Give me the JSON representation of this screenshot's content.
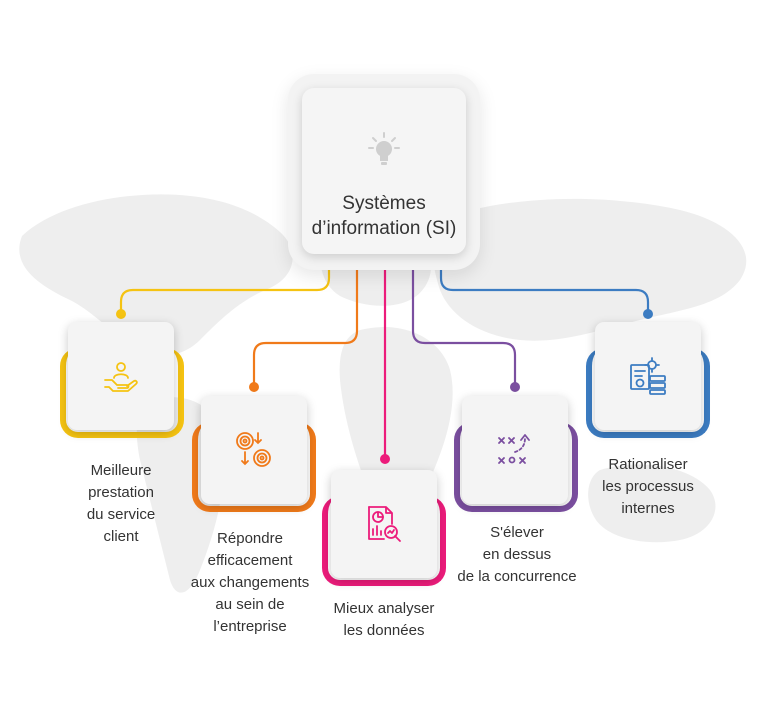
{
  "center": {
    "title": "Systèmes\nd’information (SI)",
    "icon": "lightbulb-icon"
  },
  "nodes": [
    {
      "label": "Meilleure\nprestation\ndu service\nclient",
      "color": "#f5c312",
      "icon": "hand-user-icon"
    },
    {
      "label": "Répondre\nefficacement\naux changements\nau sein de\nl’entreprise",
      "color": "#f07a1a",
      "icon": "target-flow-icon"
    },
    {
      "label": "Mieux analyser\nles données",
      "color": "#ec1c7b",
      "icon": "report-analysis-icon"
    },
    {
      "label": "S'élever\nen dessus\nde la concurrence",
      "color": "#7b4fa0",
      "icon": "strategy-icon"
    },
    {
      "label": "Rationaliser\nles processus\ninternes",
      "color": "#3c7cc2",
      "icon": "process-docs-icon"
    }
  ]
}
